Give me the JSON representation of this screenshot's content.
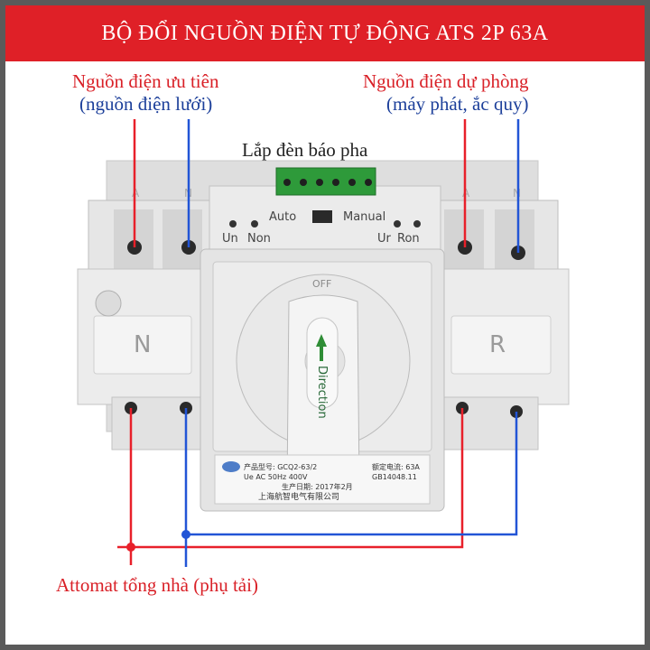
{
  "title": "BỘ ĐỔI NGUỒN ĐIỆN TỰ ĐỘNG ATS 2P 63A",
  "labels": {
    "primary_source": "Nguồn điện ưu tiên",
    "primary_source_sub": "(nguồn điện lưới)",
    "backup_source": "Nguồn điện dự phòng",
    "backup_source_sub": "(máy phát, ắc quy)",
    "indicator_light": "Lắp đèn báo pha",
    "load": "Attomat tổng nhà (phụ tải)"
  },
  "device": {
    "mode_auto": "Auto",
    "mode_manual": "Manual",
    "un": "Un",
    "non": "Non",
    "ur": "Ur",
    "ron": "Ron",
    "left_block": "N",
    "right_block": "R",
    "off": "OFF",
    "handle_text": "Direction",
    "terminal_a_left": "A",
    "terminal_n_left": "N",
    "terminal_a_right": "A",
    "terminal_n_right": "N",
    "nameplate_model": "产品型号: GCQ2-63/2",
    "nameplate_voltage": "Ue AC 50Hz 400V",
    "nameplate_current": "额定电流: 63A",
    "nameplate_standard": "GB14048.11",
    "nameplate_date": "生产日期: 2017年2月",
    "nameplate_maker": "上海航智电气有限公司"
  },
  "colors": {
    "title_bg": "#df2027",
    "red_wire": "#e8202a",
    "blue_wire": "#2255d6",
    "frame": "#5a5a5a"
  }
}
